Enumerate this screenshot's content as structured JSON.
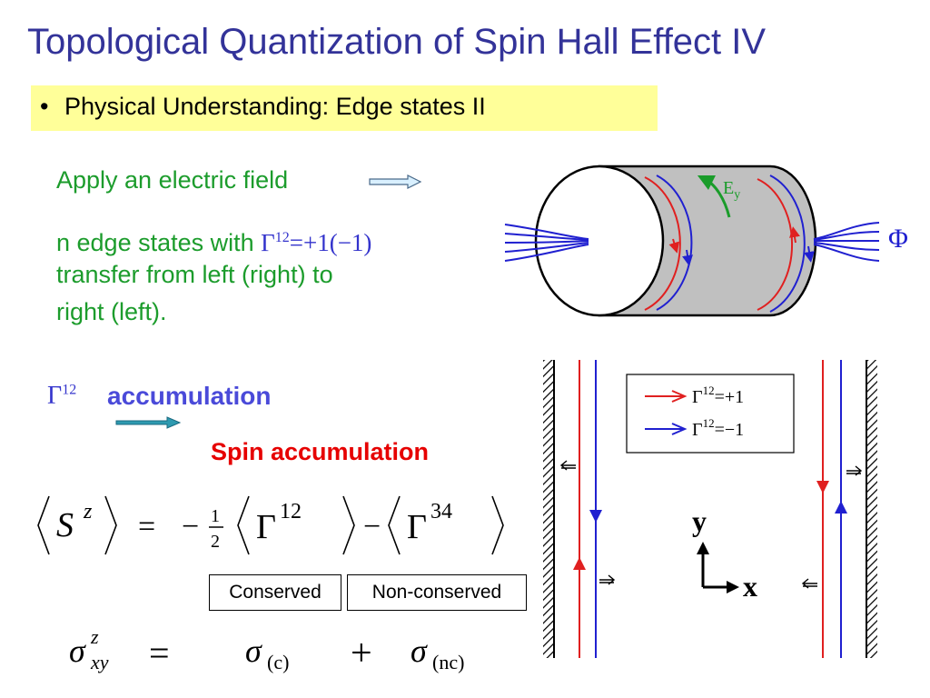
{
  "title": "Topological Quantization of Spin Hall Effect IV",
  "bullet": {
    "marker": "•",
    "text": "Physical Understanding: Edge states II"
  },
  "electric_field": {
    "label": "Apply an electric field"
  },
  "edge_states": {
    "line1_prefix": "n edge states with ",
    "gamma_symbol": "Γ",
    "gamma_superscript": "12",
    "gamma_value": "=+1(−1)",
    "line2": "transfer from left (right) to",
    "line3": "right (left)."
  },
  "cylinder": {
    "field_label": "E",
    "field_subscript": "y",
    "flux_label": "Φ"
  },
  "accumulation": {
    "gamma_symbol": "Γ",
    "gamma_superscript": "12",
    "label": "accumulation"
  },
  "spin_accumulation": "Spin accumulation",
  "equation": {
    "lhs_S": "S",
    "lhs_sup": "z",
    "equals": "=",
    "minus": "−",
    "frac_num": "1",
    "frac_den": "2",
    "gamma": "Γ",
    "gamma_sup_1": "12",
    "gamma_sup_2": "34"
  },
  "boxes": {
    "conserved": "Conserved",
    "non_conserved": "Non-conserved"
  },
  "sigma_equation": {
    "sigma": "σ",
    "sup": "z",
    "sub": "xy",
    "equals": "=",
    "plus": "+",
    "sub_c": "(c)",
    "sub_nc": "(nc)"
  },
  "edge_diagram": {
    "legend_plus_symbol": "Γ",
    "legend_plus_sup": "12",
    "legend_plus_value": "=+1",
    "legend_minus_symbol": "Γ",
    "legend_minus_sup": "12",
    "legend_minus_value": "=−1",
    "axis_y": "y",
    "axis_x": "x",
    "colors": {
      "plus": "#e02020",
      "minus": "#2020d0"
    }
  }
}
